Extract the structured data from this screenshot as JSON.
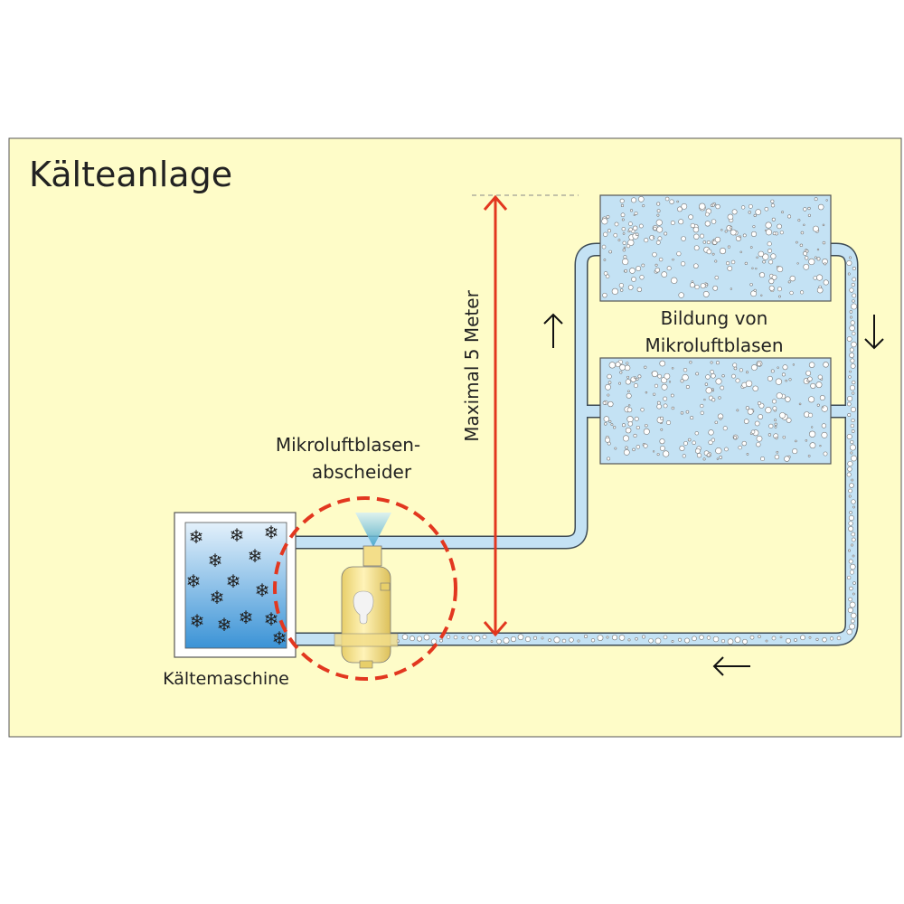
{
  "title": "Kälteanlage",
  "labels": {
    "radiators_line1": "Bildung von",
    "radiators_line2": "Mikroluftblasen",
    "separator_line1": "Mikroluftblasen-",
    "separator_line2": "abscheider",
    "chiller": "Kältemaschine",
    "height": "Maximal 5 Meter"
  },
  "colors": {
    "background": "#fefcc8",
    "pipe": "#c4e2f4",
    "highlight": "#e2371f",
    "separator": "#f6e59a"
  }
}
